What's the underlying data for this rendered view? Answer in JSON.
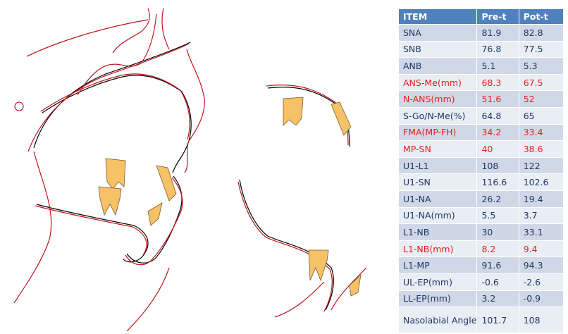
{
  "table": {
    "headers": [
      "ITEM",
      "Pre-t",
      "Pot-t"
    ],
    "rows": [
      {
        "item": "SNA",
        "pre": "81.9",
        "post": "82.8",
        "red": false
      },
      {
        "item": "SNB",
        "pre": "76.8",
        "post": "77.5",
        "red": false
      },
      {
        "item": "ANB",
        "pre": "5.1",
        "post": "5.3",
        "red": false
      },
      {
        "item": "ANS-Me(mm)",
        "pre": "68.3",
        "post": "67.5",
        "red": true
      },
      {
        "item": "N-ANS(mm)",
        "pre": "51.6",
        "post": "52",
        "red": true
      },
      {
        "item": "S-Go/N-Me(%)",
        "pre": "64.8",
        "post": "65",
        "red": false
      },
      {
        "item": "FMA(MP-FH)",
        "pre": "34.2",
        "post": "33.4",
        "red": true
      },
      {
        "item": "MP-SN",
        "pre": "40",
        "post": "38.6",
        "red": true
      },
      {
        "item": "U1-L1",
        "pre": "108",
        "post": "122",
        "red": false
      },
      {
        "item": "U1-SN",
        "pre": "116.6",
        "post": "102.6",
        "red": false
      },
      {
        "item": "U1-NA",
        "pre": "26.2",
        "post": "19.4",
        "red": false
      },
      {
        "item": "U1-NA(mm)",
        "pre": "5.5",
        "post": "3.7",
        "red": false
      },
      {
        "item": "L1-NB",
        "pre": "30",
        "post": "33.1",
        "red": false
      },
      {
        "item": "L1-NB(mm)",
        "pre": "8.2",
        "post": "9.4",
        "red": true
      },
      {
        "item": "L1-MP",
        "pre": "91.6",
        "post": "94.3",
        "red": false
      },
      {
        "item": "UL-EP(mm)",
        "pre": "-0.6",
        "post": "-2.6",
        "red": false
      },
      {
        "item": "LL-EP(mm)",
        "pre": "3.2",
        "post": "-0.9",
        "red": false
      },
      {
        "item": "Nasolabial Angle",
        "pre": "101.7",
        "post": "108",
        "red": false
      }
    ]
  },
  "colors": {
    "header_bg": "#4f81bd",
    "row_odd": "#d0d8e8",
    "row_even": "#e9edf4",
    "text": "#1f3864",
    "highlight_text": "#e3211b",
    "pre_tracing": "#000000",
    "post_tracing": "#c0141b",
    "tooth_fill": "#f7c267"
  }
}
